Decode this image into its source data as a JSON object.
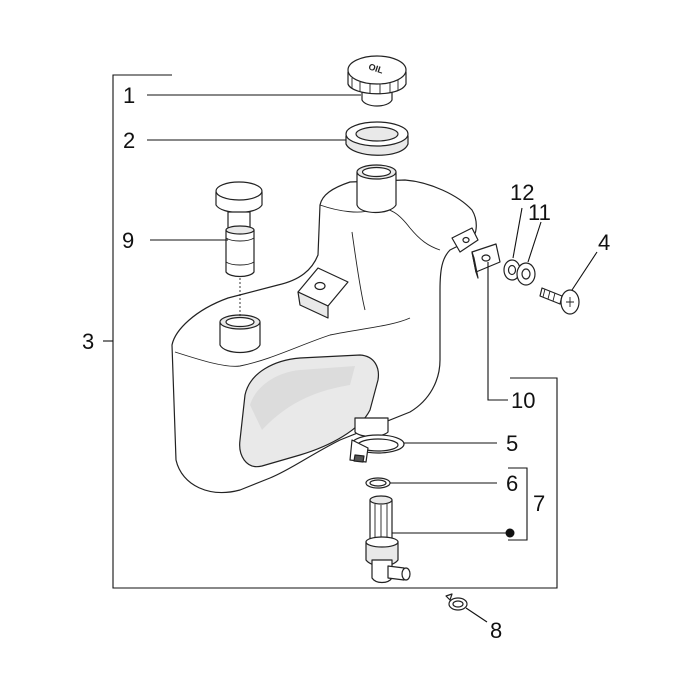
{
  "diagram": {
    "cap_text": "OIL",
    "callouts": [
      "1",
      "2",
      "3",
      "4",
      "5",
      "6",
      "7",
      "8",
      "9",
      "10",
      "11",
      "12"
    ]
  }
}
